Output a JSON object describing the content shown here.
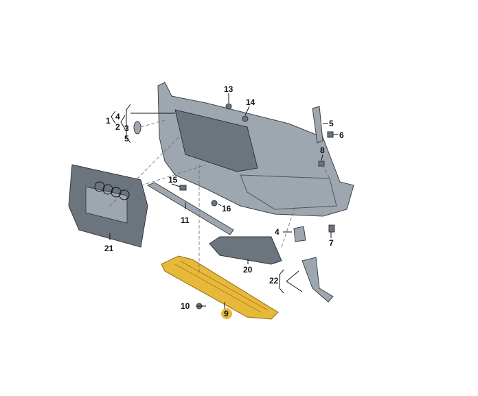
{
  "diagram": {
    "labels": {
      "p1": "1",
      "p4a": "4",
      "p2": "2",
      "p3": "3",
      "p5a": "5",
      "p13": "13",
      "p14": "14",
      "p5b": "5",
      "p6": "6",
      "p8": "8",
      "p15": "15",
      "p16": "16",
      "p11": "11",
      "p4b": "4",
      "p7": "7",
      "p21": "21",
      "p20": "20",
      "p22": "22",
      "p10": "10",
      "p9": "9"
    },
    "highlight_color": "#e8b83a"
  }
}
